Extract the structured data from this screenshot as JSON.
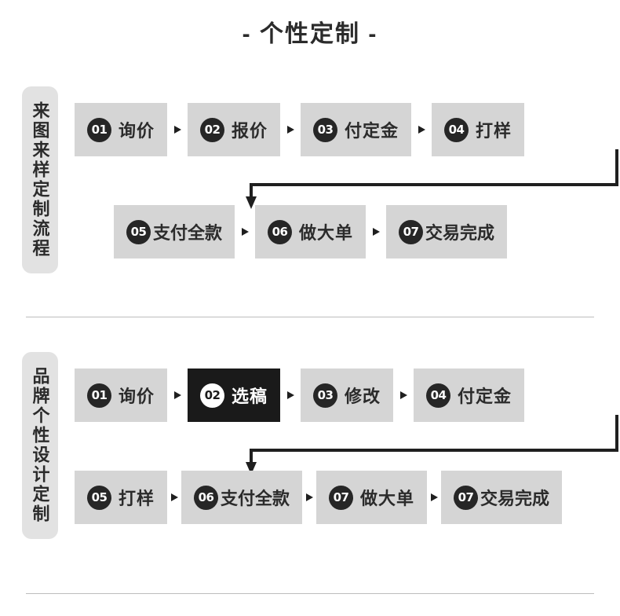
{
  "page": {
    "title": "- 个性定制 -"
  },
  "colors": {
    "box_bg": "#d5d5d5",
    "box_highlight_bg": "#1a1a1a",
    "badge_bg": "#262626",
    "sidebar_bg": "#e2e2e2",
    "text": "#2b2b2b",
    "divider": "#bdbdbd"
  },
  "sections": [
    {
      "sidebar_label": "来图来样定制流程",
      "rows": [
        {
          "steps": [
            {
              "number": "01",
              "label": "询价",
              "highlight": false
            },
            {
              "number": "02",
              "label": "报价",
              "highlight": false
            },
            {
              "number": "03",
              "label": "付定金",
              "highlight": false
            },
            {
              "number": "04",
              "label": "打样",
              "highlight": false
            }
          ]
        },
        {
          "steps": [
            {
              "number": "05",
              "label": "支付全款",
              "highlight": false
            },
            {
              "number": "06",
              "label": "做大单",
              "highlight": false
            },
            {
              "number": "07",
              "label": "交易完成",
              "highlight": false
            }
          ]
        }
      ]
    },
    {
      "sidebar_label": "品牌个性设计定制",
      "rows": [
        {
          "steps": [
            {
              "number": "01",
              "label": "询价",
              "highlight": false
            },
            {
              "number": "02",
              "label": "选稿",
              "highlight": true
            },
            {
              "number": "03",
              "label": "修改",
              "highlight": false
            },
            {
              "number": "04",
              "label": "付定金",
              "highlight": false
            }
          ]
        },
        {
          "steps": [
            {
              "number": "05",
              "label": "打样",
              "highlight": false
            },
            {
              "number": "06",
              "label": "支付全款",
              "highlight": false
            },
            {
              "number": "07",
              "label": "做大单",
              "highlight": false
            },
            {
              "number": "07",
              "label": "交易完成",
              "highlight": false
            }
          ]
        }
      ]
    }
  ]
}
